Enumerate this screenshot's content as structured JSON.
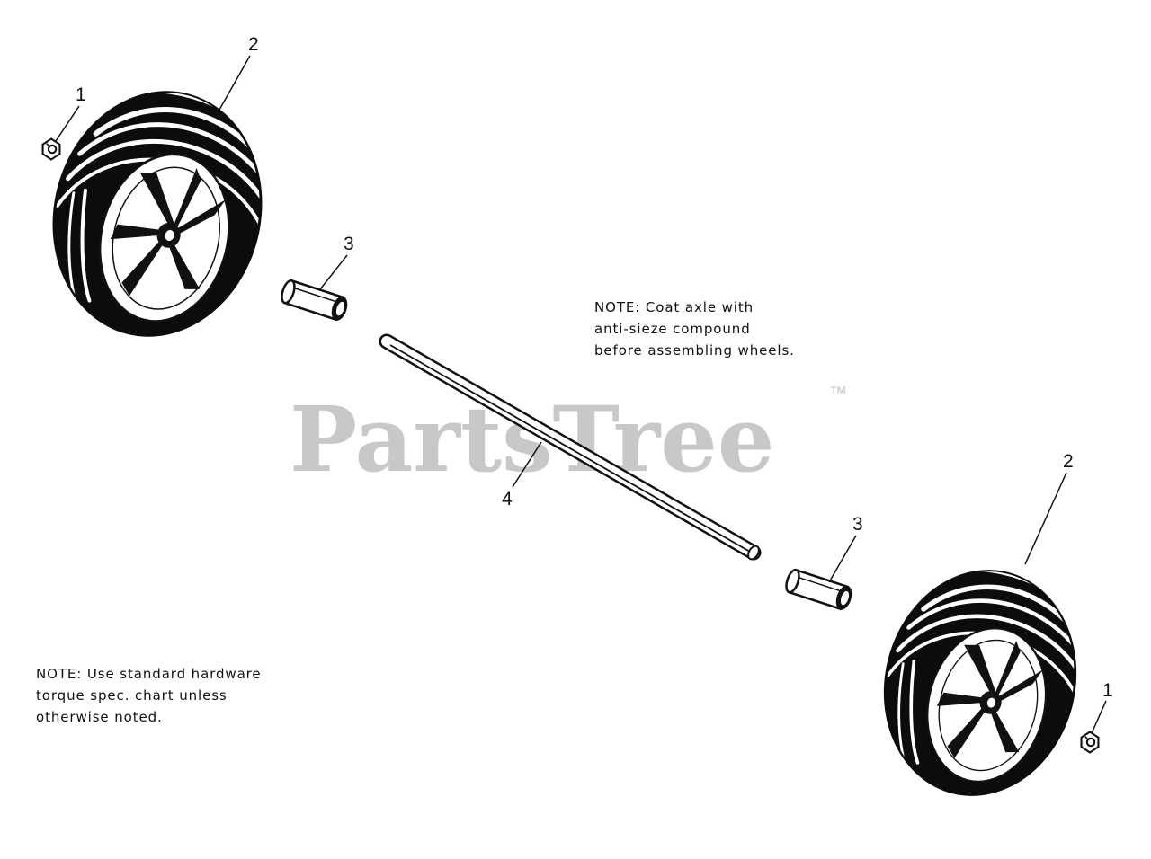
{
  "callouts": {
    "nut_left": "1",
    "wheel_left": "2",
    "spacer_left": "3",
    "axle": "4",
    "spacer_right": "3",
    "wheel_right": "2",
    "nut_right": "1"
  },
  "notes": {
    "axle_note": [
      "NOTE: Coat axle with",
      "anti-sieze compound",
      "before assembling wheels."
    ],
    "hardware_note": [
      "NOTE: Use standard hardware",
      "torque spec. chart unless",
      "otherwise noted."
    ]
  },
  "watermark": {
    "text": "PartsTree",
    "trademark": "™"
  },
  "icons": [
    "wheel-icon",
    "nut-icon",
    "spacer-icon",
    "axle-icon"
  ],
  "colors": {
    "ink": "#111111",
    "watermark": "#c8c8c8",
    "background": "#ffffff"
  }
}
